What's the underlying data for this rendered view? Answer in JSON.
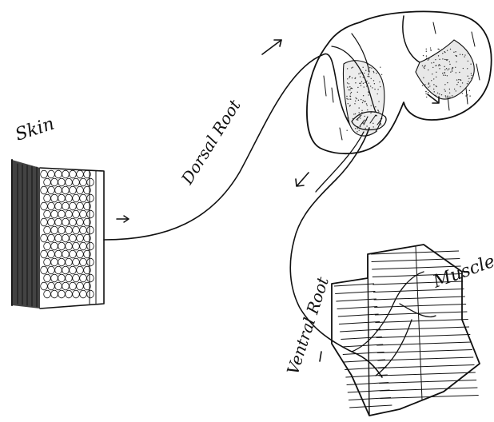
{
  "labels": {
    "skin": "Skin",
    "dorsal_root": "Dorsal Root",
    "ventral_root": "Ventral Root",
    "muscle": "Muscle"
  },
  "colors": {
    "ink": "#111111",
    "background": "#ffffff",
    "stipple": "#333333"
  }
}
